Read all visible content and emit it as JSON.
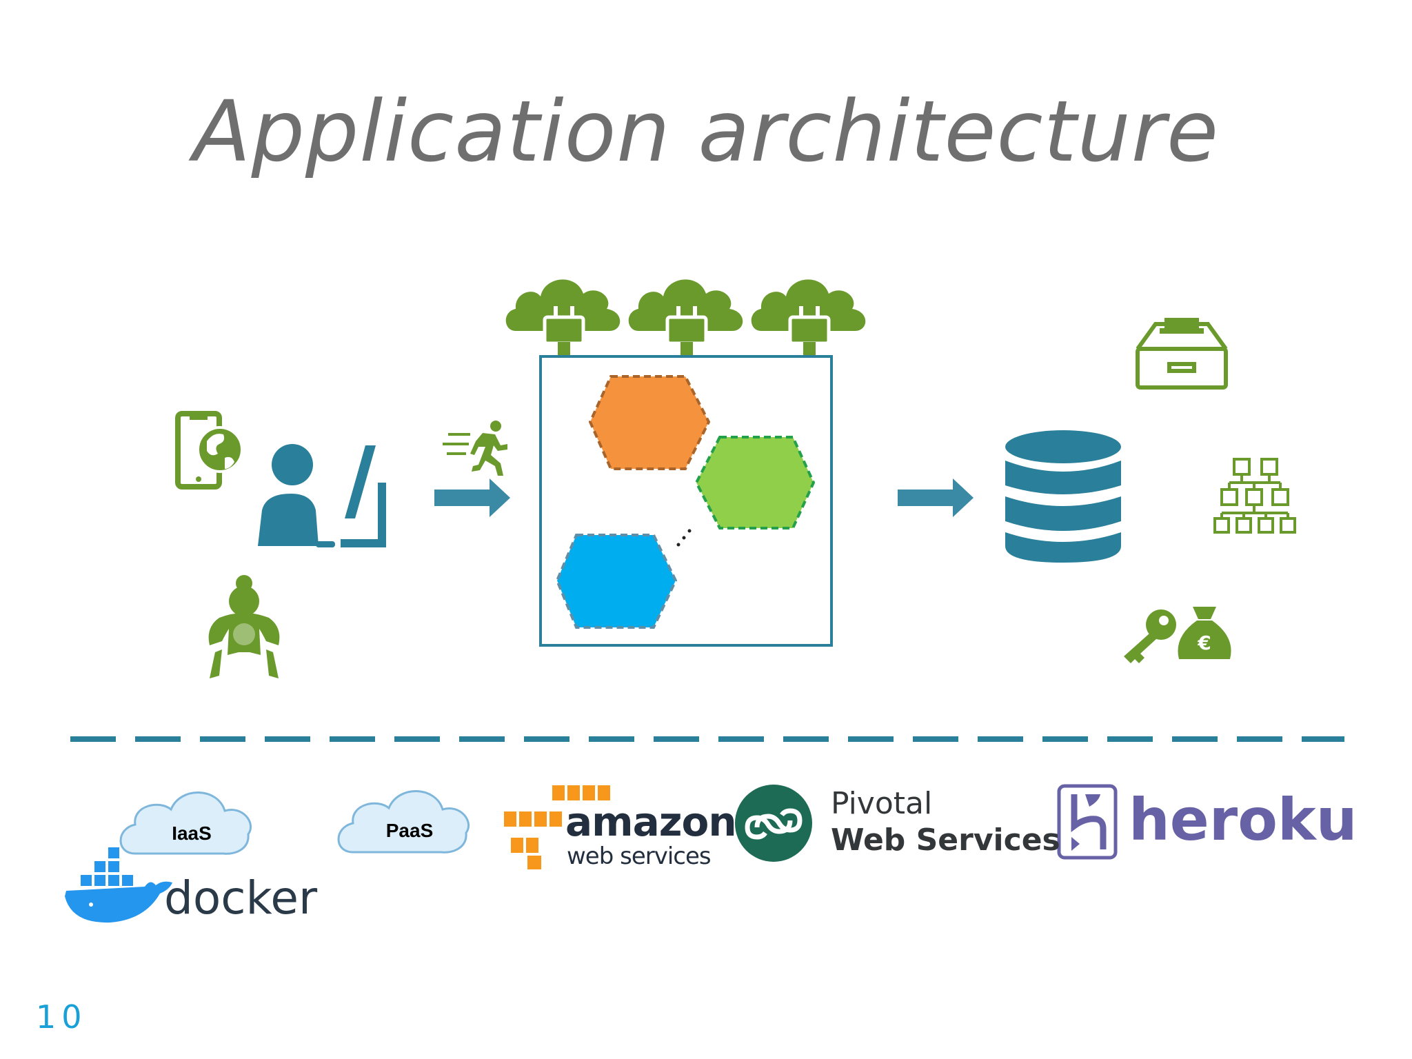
{
  "title": "Application architecture",
  "page_number": "10",
  "colors": {
    "teal": "#2a7f9a",
    "green": "#6a9a2c",
    "orange": "#f4923e",
    "lime": "#8fcf4a",
    "blue": "#00aeef",
    "heroku": "#6762a6",
    "pivotal": "#1d6b54",
    "aws_orange": "#f7981d"
  },
  "clouds": {
    "iaas": "IaaS",
    "paas": "PaaS"
  },
  "logos": {
    "amazon": "amazon",
    "aws_sub": "web services",
    "pivotal": "Pivotal",
    "pivotal_sub": "Web Services",
    "heroku": "heroku",
    "docker": "docker"
  },
  "icons": {
    "left": [
      "mobile-globe-icon",
      "user-at-computer-icon",
      "sumo-wrestler-icon"
    ],
    "top": [
      "cloud-plug-icon",
      "cloud-plug-icon",
      "cloud-plug-icon"
    ],
    "right": [
      "inbox-tray-icon",
      "org-chart-icon",
      "key-icon",
      "euro-money-bag-icon"
    ],
    "center": [
      "running-man-icon",
      "database-icon"
    ]
  }
}
